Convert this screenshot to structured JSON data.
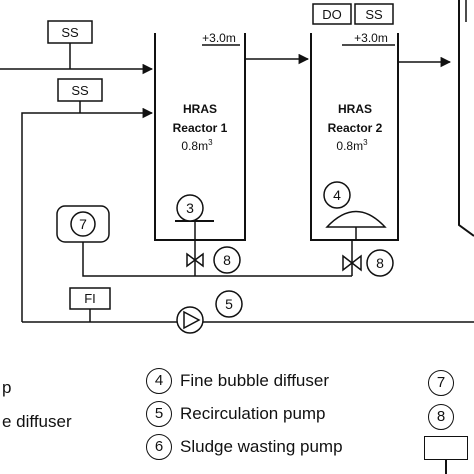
{
  "tags": {
    "ss_left": "SS",
    "ss_return": "SS",
    "do_r2": "DO",
    "ss_r2": "SS",
    "fi": "FI"
  },
  "reactor1": {
    "title": "HRAS",
    "name": "Reactor 1",
    "volume": "0.8m",
    "volume_exp": "3",
    "level": "+3.0m"
  },
  "reactor2": {
    "title": "HRAS",
    "name": "Reactor 2",
    "volume": "0.8m",
    "volume_exp": "3",
    "level": "+3.0m"
  },
  "numbers": {
    "n3": "3",
    "n4": "4",
    "n5": "5",
    "n7": "7",
    "n8a": "8",
    "n8b": "8"
  },
  "legend": {
    "item4": {
      "num": "4",
      "text": "Fine bubble diffuser"
    },
    "item5": {
      "num": "5",
      "text": "Recirculation pump"
    },
    "item6": {
      "num": "6",
      "text": "Sludge wasting pump"
    },
    "partial_pump": "p",
    "partial_diffuser": "e diffuser",
    "item7_num": "7",
    "item8_num": "8"
  }
}
